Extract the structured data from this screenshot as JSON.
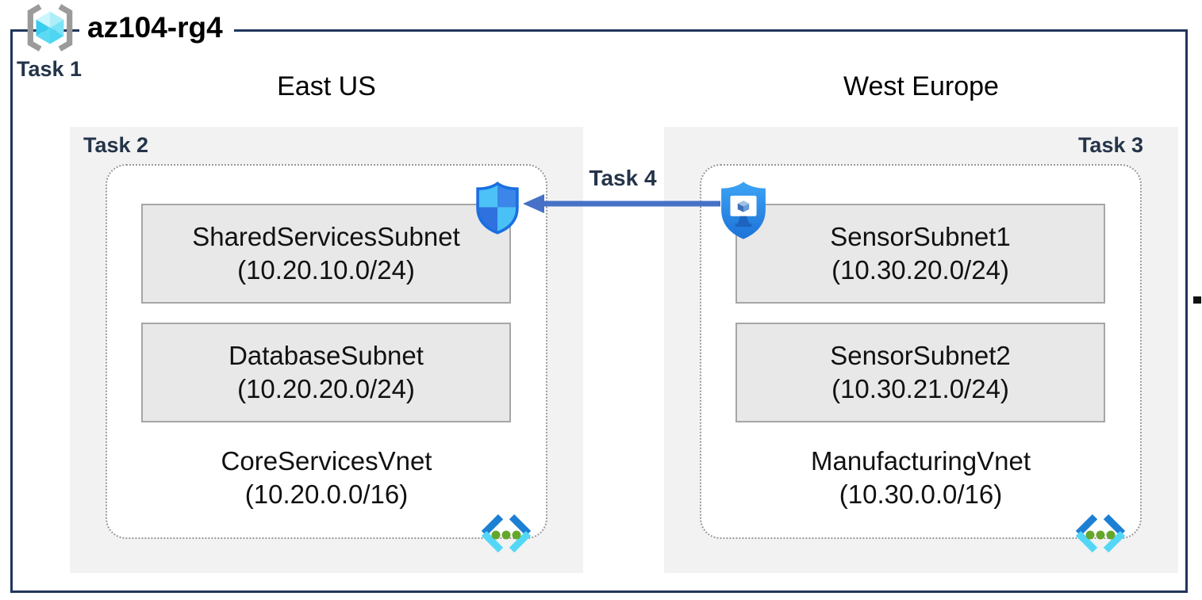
{
  "header": {
    "title": "az104-rg4",
    "task_label": "Task 1"
  },
  "regions": [
    {
      "name": "East US",
      "task_label": "Task 2",
      "vnet": {
        "name": "CoreServicesVnet",
        "cidr": "(10.20.0.0/16)",
        "subnets": [
          {
            "name": "SharedServicesSubnet",
            "cidr": "(10.20.10.0/24)"
          },
          {
            "name": "DatabaseSubnet",
            "cidr": "(10.20.20.0/24)"
          }
        ]
      }
    },
    {
      "name": "West Europe",
      "task_label": "Task 3",
      "vnet": {
        "name": "ManufacturingVnet",
        "cidr": "(10.30.0.0/16)",
        "subnets": [
          {
            "name": "SensorSubnet1",
            "cidr": "(10.30.20.0/24)"
          },
          {
            "name": "SensorSubnet2",
            "cidr": "(10.30.21.0/24)"
          }
        ]
      }
    }
  ],
  "connection": {
    "label": "Task 4"
  },
  "icons": {
    "resource_group": "resource-group-icon",
    "nsg": "network-security-group-shield-icon",
    "sensor": "defender-sensor-shield-monitor-icon",
    "vnet": "virtual-network-icon"
  },
  "colors": {
    "outer_border": "#20355a",
    "region_bg": "#f2f2f2",
    "subnet_bg": "#e8e8e8",
    "subnet_border": "#a6a6a6",
    "dotted_border": "#979797",
    "arrow": "#4671c6",
    "task_text": "#243449",
    "cube_cyan": "#45d2f2",
    "shield_blue": "#2a8ce4",
    "vnet_dot_green": "#65a62c"
  }
}
